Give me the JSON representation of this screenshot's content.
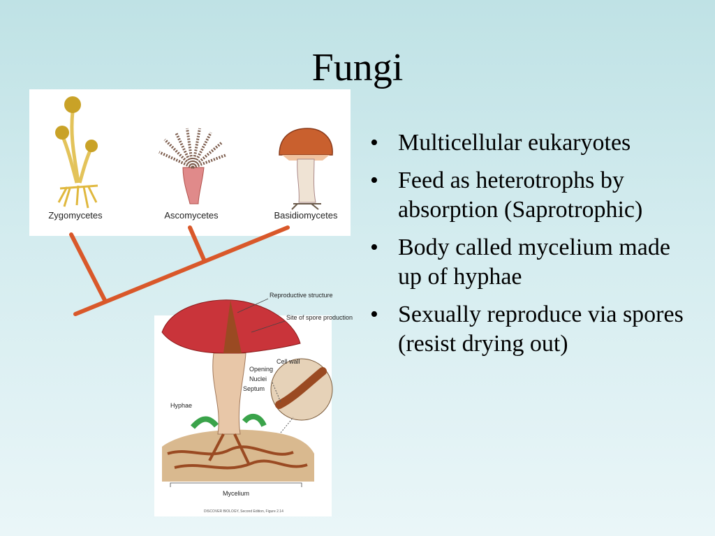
{
  "slide": {
    "title": "Fungi",
    "bullets": [
      "Multicellular eukaryotes",
      "Feed as heterotrophs by absorption (Saprotrophic)",
      "Body called mycelium made up of hyphae",
      "Sexually reproduce via spores (resist drying out)"
    ]
  },
  "figure_top": {
    "labels": [
      "Zygomycetes",
      "Ascomycetes",
      "Basidiomycetes"
    ]
  },
  "figure_bottom": {
    "labels": {
      "reproductive": "Reproductive structure",
      "spore_site": "Site of spore production",
      "cell_wall": "Cell wall",
      "opening": "Opening",
      "nuclei": "Nuclei",
      "septum": "Septum",
      "hyphae": "Hyphae",
      "mycelium": "Mycelium"
    },
    "credit": "DISCOVER BIOLOGY, Second Edition, Figure 2.14"
  },
  "colors": {
    "tree_line": "#d9582a",
    "cap_red": "#c9343a",
    "stalk": "#e8c7a8",
    "soil": "#d9b98f",
    "hyphae": "#9a4a22",
    "spore_yellow": "#c9a227"
  }
}
